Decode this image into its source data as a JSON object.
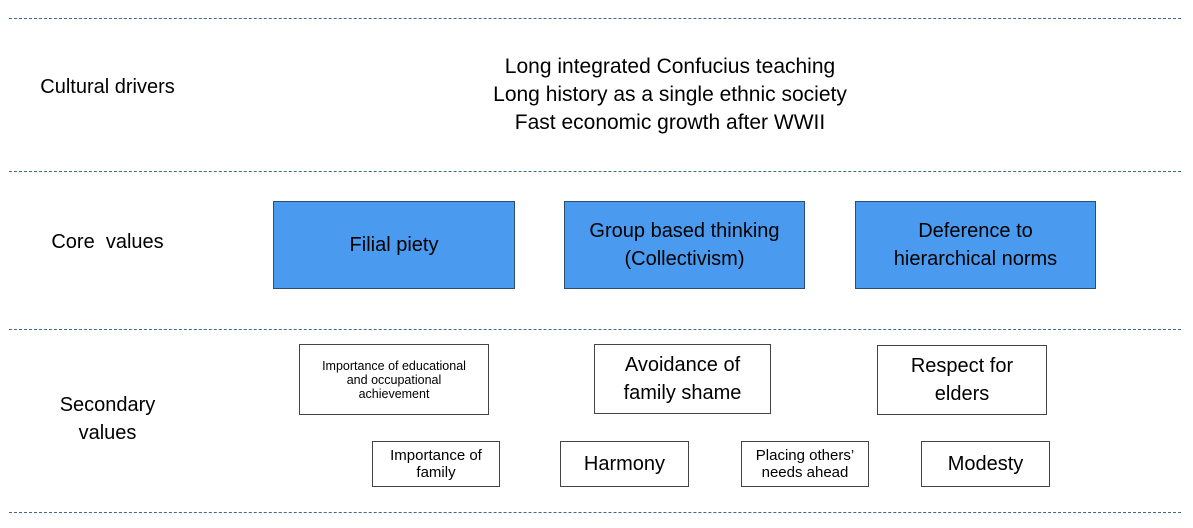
{
  "rows": {
    "cultural_drivers": "Cultural drivers",
    "core_values": "Core  values",
    "secondary_values": "Secondary\nvalues"
  },
  "drivers": [
    "Long integrated Confucius teaching",
    "Long history as a single ethnic society",
    "Fast economic growth after WWII"
  ],
  "core_values": [
    "Filial piety",
    "Group based thinking\n(Collectivism)",
    "Deference to\nhierarchical norms"
  ],
  "secondary_values": {
    "top": [
      "Importance of educational\nand occupational\nachievement",
      "Avoidance of\nfamily shame",
      "Respect for\nelders"
    ],
    "bottom": [
      "Importance of\nfamily",
      "Harmony",
      "Placing others’\nneeds ahead",
      "Modesty"
    ]
  },
  "colors": {
    "core_fill": "#4a9bef",
    "divider": "#3e6b8a"
  }
}
